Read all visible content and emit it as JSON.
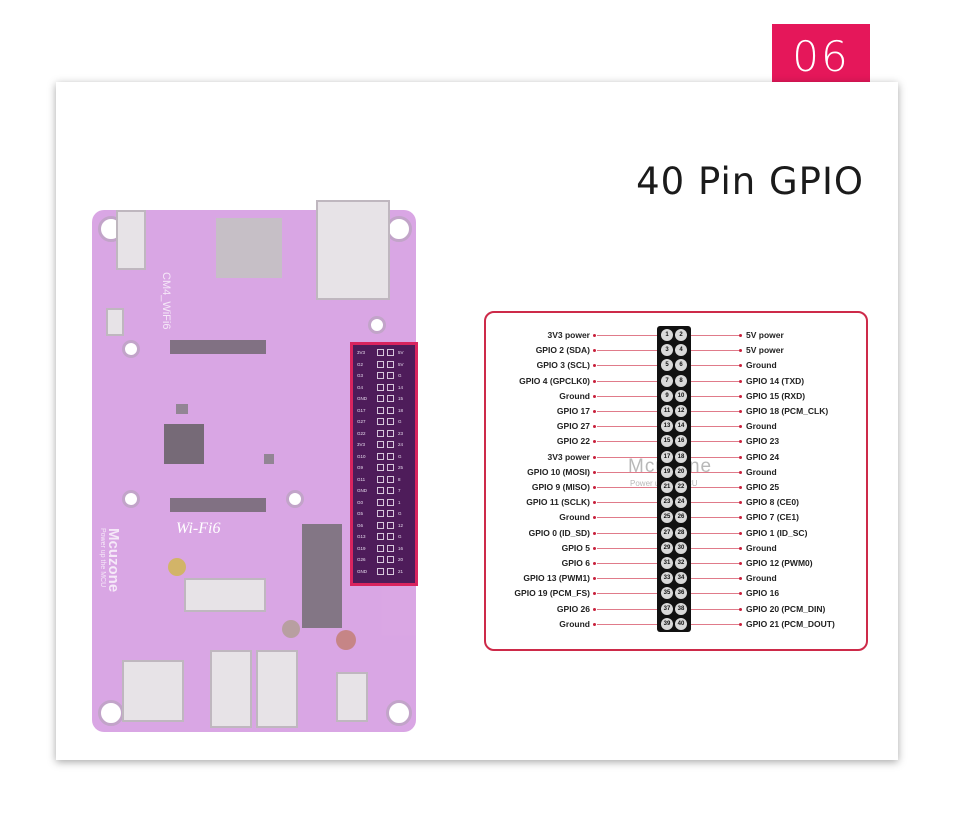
{
  "badge": {
    "number": "06",
    "color": "#e5175a"
  },
  "title": "40 Pin GPIO",
  "board": {
    "model_label": "CM4_WiFi6",
    "brand": "Mcuzone",
    "slogan": "Power up the MCU",
    "wifi_label": "Wi-Fi6",
    "header_labels": [
      "3V3",
      "5V",
      "G2",
      "5V",
      "G3",
      "G",
      "G4",
      "14",
      "GND",
      "15",
      "G17",
      "18",
      "G27",
      "G",
      "G22",
      "23",
      "3V3",
      "24",
      "G10",
      "G",
      "G9",
      "25",
      "G11",
      "8",
      "GND",
      "7",
      "G0",
      "1",
      "G5",
      "G",
      "G6",
      "12",
      "G13",
      "G",
      "G19",
      "16",
      "G26",
      "20",
      "GND",
      "21"
    ]
  },
  "diagram": {
    "watermark": "Mcuzone",
    "watermark_sub": "Power up the MCU",
    "left_labels": [
      "3V3 power",
      "GPIO 2 (SDA)",
      "GPIO 3 (SCL)",
      "GPIO 4 (GPCLK0)",
      "Ground",
      "GPIO 17",
      "GPIO 27",
      "GPIO 22",
      "3V3 power",
      "GPIO 10 (MOSI)",
      "GPIO 9 (MISO)",
      "GPIO 11 (SCLK)",
      "Ground",
      "GPIO 0 (ID_SD)",
      "GPIO 5",
      "GPIO 6",
      "GPIO 13 (PWM1)",
      "GPIO 19 (PCM_FS)",
      "GPIO 26",
      "Ground"
    ],
    "right_labels": [
      "5V power",
      "5V power",
      "Ground",
      "GPIO 14 (TXD)",
      "GPIO 15 (RXD)",
      "GPIO 18 (PCM_CLK)",
      "Ground",
      "GPIO 23",
      "GPIO 24",
      "Ground",
      "GPIO 25",
      "GPIO 8 (CE0)",
      "GPIO 7 (CE1)",
      "GPIO 1 (ID_SC)",
      "Ground",
      "GPIO 12 (PWM0)",
      "Ground",
      "GPIO 16",
      "GPIO 20 (PCM_DIN)",
      "GPIO 21 (PCM_DOUT)"
    ],
    "odd_pins": [
      "1",
      "3",
      "5",
      "7",
      "9",
      "11",
      "13",
      "15",
      "17",
      "19",
      "21",
      "23",
      "25",
      "27",
      "29",
      "31",
      "33",
      "35",
      "37",
      "39"
    ],
    "even_pins": [
      "2",
      "4",
      "6",
      "8",
      "10",
      "12",
      "14",
      "16",
      "18",
      "20",
      "22",
      "24",
      "26",
      "28",
      "30",
      "32",
      "34",
      "36",
      "38",
      "40"
    ],
    "accent": "#cd2a49"
  }
}
